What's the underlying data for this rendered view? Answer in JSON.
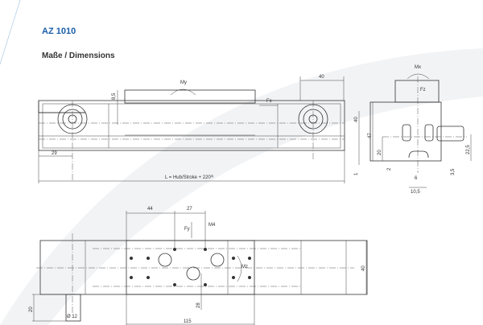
{
  "header": {
    "title": "AZ 1010",
    "subtitle": "Maße / Dimensions"
  },
  "side_view": {
    "moment": "My",
    "force": "Fx",
    "dim_height_plate": "8,5",
    "dim_block": "40",
    "dim_height": "40",
    "dim_offset": "1",
    "dim_29": "29",
    "length": "L = Hub/Stroke + 220",
    "length_note": "5)"
  },
  "end_view": {
    "moment": "Mx",
    "force": "Fz",
    "dim_47": "47",
    "dim_20": "20",
    "dim_2": "2",
    "dim_22_5": "22,5",
    "dim_3_5": "3,5",
    "dim_6": "6",
    "dim_10_5": "10,5"
  },
  "top_view": {
    "dim_44": "44",
    "dim_27": "27",
    "force": "Fy",
    "thread": "M4",
    "moment": "Mz",
    "dim_28": "28",
    "dim_115": "115",
    "dim_40": "40",
    "dim_20": "20",
    "dia_12": "Ø 12"
  },
  "colors": {
    "title": "#1a5ea8",
    "swoosh": "#eef0f3"
  }
}
